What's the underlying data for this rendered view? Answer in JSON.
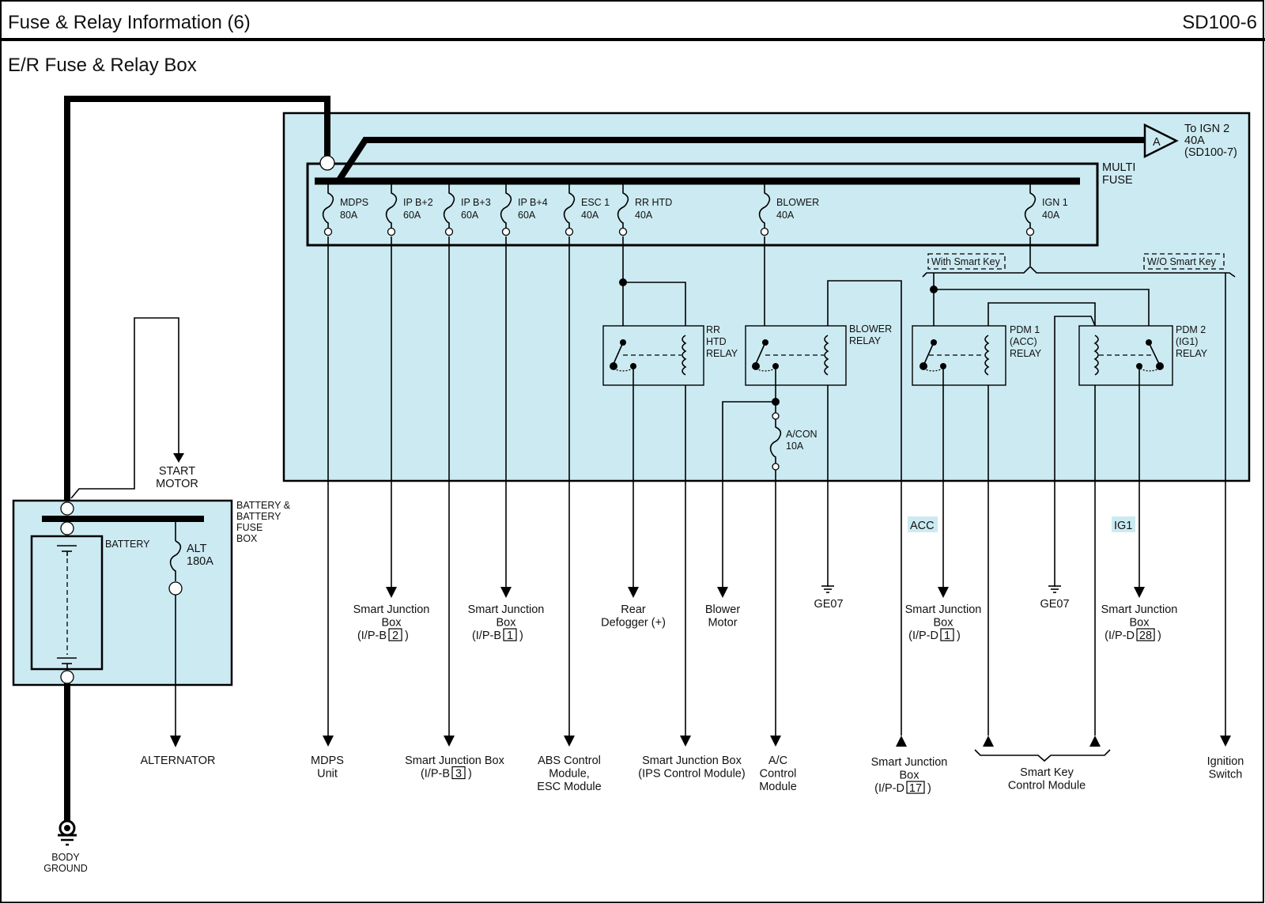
{
  "header": {
    "title": "Fuse & Relay Information (6)",
    "page_code": "SD100-6"
  },
  "section_title": "E/R Fuse & Relay Box",
  "connector": {
    "letter": "A",
    "line1": "To IGN 2",
    "line2": "40A",
    "line3": "(SD100-7)"
  },
  "multi_fuse": {
    "label1": "MULTI",
    "label2": "FUSE",
    "fuses": [
      {
        "name": "MDPS",
        "rating": "80A"
      },
      {
        "name": "IP B+2",
        "rating": "60A"
      },
      {
        "name": "IP B+3",
        "rating": "60A"
      },
      {
        "name": "IP B+4",
        "rating": "60A"
      },
      {
        "name": "ESC 1",
        "rating": "40A"
      },
      {
        "name": "RR HTD",
        "rating": "40A"
      },
      {
        "name": "BLOWER",
        "rating": "40A"
      },
      {
        "name": "IGN 1",
        "rating": "40A"
      }
    ]
  },
  "options": {
    "with_smart_key": "With Smart Key",
    "without_smart_key": "W/O Smart Key"
  },
  "relays": {
    "rr_htd": [
      "RR",
      "HTD",
      "RELAY"
    ],
    "blower": [
      "BLOWER",
      "RELAY"
    ],
    "pdm1": [
      "PDM 1",
      "(ACC)",
      "RELAY"
    ],
    "pdm2": [
      "PDM 2",
      "(IG1)",
      "RELAY"
    ]
  },
  "acon_fuse": {
    "name": "A/CON",
    "rating": "10A"
  },
  "battery_box": {
    "label": [
      "BATTERY &",
      "BATTERY",
      "FUSE",
      "BOX"
    ],
    "battery_label": "BATTERY",
    "alt_fuse": {
      "name": "ALT",
      "rating": "180A"
    },
    "start_motor": [
      "START",
      "MOTOR"
    ],
    "alternator": "ALTERNATOR",
    "body_ground": [
      "BODY",
      "GROUND"
    ]
  },
  "signal_tags": {
    "acc": "ACC",
    "ig1": "IG1"
  },
  "grounds": {
    "left": "GE07",
    "right": "GE07"
  },
  "destinations_upper": [
    {
      "lines": [
        "Smart Junction",
        "Box"
      ],
      "pin_prefix": "(I/P-B",
      "pin": "2",
      "pin_suffix": ")"
    },
    {
      "lines": [
        "Smart Junction",
        "Box"
      ],
      "pin_prefix": "(I/P-B",
      "pin": "1",
      "pin_suffix": ")"
    },
    {
      "lines": [
        "Rear",
        "Defogger (+)"
      ]
    },
    {
      "lines": [
        "Blower",
        "Motor"
      ]
    },
    {
      "lines": [
        "Smart Junction",
        "Box"
      ],
      "pin_prefix": "(I/P-D",
      "pin": "1",
      "pin_suffix": ")"
    },
    {
      "lines": [
        "Smart Junction",
        "Box"
      ],
      "pin_prefix": "(I/P-D",
      "pin": "28",
      "pin_suffix": ")"
    }
  ],
  "destinations_lower": [
    {
      "lines": [
        "MDPS",
        "Unit"
      ]
    },
    {
      "lines": [
        "Smart Junction Box"
      ],
      "pin_prefix": "(I/P-B",
      "pin": "3",
      "pin_suffix": ")"
    },
    {
      "lines": [
        "ABS Control",
        "Module,",
        "ESC Module"
      ]
    },
    {
      "lines": [
        "Smart Junction Box",
        "(IPS Control Module)"
      ]
    },
    {
      "lines": [
        "A/C",
        "Control",
        "Module"
      ]
    },
    {
      "lines": [
        "Smart Junction",
        "Box"
      ],
      "pin_prefix": "(I/P-D",
      "pin": "17",
      "pin_suffix": ")"
    },
    {
      "lines": [
        "Smart Key",
        "Control Module"
      ]
    },
    {
      "lines": [
        "Ignition",
        "Switch"
      ]
    }
  ]
}
